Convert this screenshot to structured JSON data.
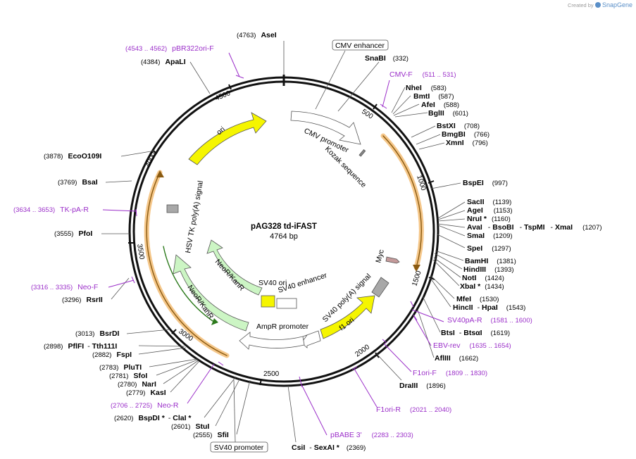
{
  "plasmid": {
    "name": "pAG328 td-iFAST",
    "length_label": "4764 bp"
  },
  "credit": {
    "prefix": "Created by",
    "brand": "SnapGene"
  },
  "ticks": [
    "500",
    "1000",
    "1500",
    "2000",
    "2500",
    "3000",
    "3500",
    "4000",
    "4500"
  ],
  "features": {
    "cmv_enhancer": "CMV enhancer",
    "cmv_promoter": "CMV promoter",
    "kozak": "Kozak sequence",
    "myc": "Myc",
    "sv40_polya": "SV40 poly(A) signal",
    "f1_ori": "f1 ori",
    "ampr_promoter": "AmpR promoter",
    "sv40_ori": "SV40 ori",
    "sv40_enhancer": "SV40 enhancer",
    "neor_inner": "NeoR/KanR",
    "neor_outer": "NeoR/KanR",
    "hsv_tk": "HSV TK poly(A) signal",
    "ori": "ori",
    "sv40_promoter": "SV40 promoter"
  },
  "sites": {
    "asei": {
      "pos": "(4763)",
      "name": "AseI"
    },
    "snabi": {
      "pos": "(332)",
      "name": "SnaBI"
    },
    "apali": {
      "pos": "(4384)",
      "name": "ApaLI"
    },
    "nhei": {
      "pos": "(583)",
      "name": "NheI"
    },
    "bmti": {
      "pos": "(587)",
      "name": "BmtI"
    },
    "afei": {
      "pos": "(588)",
      "name": "AfeI"
    },
    "bglii": {
      "pos": "(601)",
      "name": "BglII"
    },
    "bstxi": {
      "pos": "(708)",
      "name": "BstXI"
    },
    "bmgbi": {
      "pos": "(766)",
      "name": "BmgBI"
    },
    "xmni": {
      "pos": "(796)",
      "name": "XmnI"
    },
    "ecoo109i": {
      "pos": "(3878)",
      "name": "EcoO109I"
    },
    "bspei": {
      "pos": "(997)",
      "name": "BspEI"
    },
    "bsai": {
      "pos": "(3769)",
      "name": "BsaI"
    },
    "sacii": {
      "pos": "(1139)",
      "name": "SacII"
    },
    "agei": {
      "pos": "(1153)",
      "name": "AgeI"
    },
    "nrui": {
      "pos": "(1160)",
      "name": "NruI *"
    },
    "ava_group": {
      "n1": "AvaI",
      "n2": "BsoBI",
      "n3": "TspMI",
      "n4": "XmaI",
      "pos": "(1207)"
    },
    "smai": {
      "pos": "(1209)",
      "name": "SmaI"
    },
    "pfoi": {
      "pos": "(3555)",
      "name": "PfoI"
    },
    "spei": {
      "pos": "(1297)",
      "name": "SpeI"
    },
    "bamhi": {
      "pos": "(1381)",
      "name": "BamHI"
    },
    "hindiii": {
      "pos": "(1393)",
      "name": "HindIII"
    },
    "noti": {
      "pos": "(1424)",
      "name": "NotI"
    },
    "xbai": {
      "pos": "(1434)",
      "name": "XbaI *"
    },
    "rsrii": {
      "pos": "(3296)",
      "name": "RsrII"
    },
    "mfei": {
      "pos": "(1530)",
      "name": "MfeI"
    },
    "hincii": {
      "n1": "HincII",
      "n2": "HpaI",
      "pos": "(1543)"
    },
    "bsti": {
      "n1": "BtsI",
      "n2": "BtsαI",
      "pos": "(1619)"
    },
    "bsrdi": {
      "pos": "(3013)",
      "name": "BsrDI"
    },
    "pflfi": {
      "pos": "(2898)",
      "n1": "PflFI",
      "n2": "Tth111I"
    },
    "afliii": {
      "pos": "(1662)",
      "name": "AflIII"
    },
    "fspi": {
      "pos": "(2882)",
      "name": "FspI"
    },
    "plutI": {
      "pos": "(2783)",
      "name": "PluTI"
    },
    "sfoi": {
      "pos": "(2781)",
      "name": "SfoI"
    },
    "nari": {
      "pos": "(2780)",
      "name": "NarI"
    },
    "kasi": {
      "pos": "(2779)",
      "name": "KasI"
    },
    "draiii": {
      "pos": "(1896)",
      "name": "DraIII"
    },
    "bspdi": {
      "pos": "(2620)",
      "n1": "BspDI *",
      "n2": "ClaI *"
    },
    "stui": {
      "pos": "(2601)",
      "name": "StuI"
    },
    "sfii": {
      "pos": "(2555)",
      "name": "SfiI"
    },
    "csii": {
      "n1": "CsiI",
      "n2": "SexAI *",
      "pos": "(2369)"
    }
  },
  "primers": {
    "pbr322": {
      "range": "(4543 .. 4562)",
      "name": "pBR322ori-F"
    },
    "cmvf": {
      "range": "(511 .. 531)",
      "name": "CMV-F"
    },
    "tkpar": {
      "range": "(3634 .. 3653)",
      "name": "TK-pA-R"
    },
    "neof": {
      "range": "(3316 .. 3335)",
      "name": "Neo-F"
    },
    "sv40par": {
      "range": "(1581 .. 1600)",
      "name": "SV40pA-R"
    },
    "ebvrev": {
      "range": "(1635 .. 1654)",
      "name": "EBV-rev"
    },
    "f1orif": {
      "range": "(1809 .. 1830)",
      "name": "F1ori-F"
    },
    "neor": {
      "range": "(2706 .. 2725)",
      "name": "Neo-R"
    },
    "f1orir": {
      "range": "(2021 .. 2040)",
      "name": "F1ori-R"
    },
    "pbabe": {
      "name": "pBABE 3'",
      "range": "(2283 .. 2303)"
    }
  },
  "colors": {
    "backbone": "#111111",
    "ori_fill": "#f5f500",
    "f1ori_fill": "#f5f500",
    "neor_fill": "#ccf5c4",
    "orf_highlight": "#f5c78a",
    "primer": "#9b2fc9",
    "myc_fill": "#c49a9a",
    "polya_fill": "#a8a8a8",
    "credit_brand": "#5a8fc8"
  }
}
